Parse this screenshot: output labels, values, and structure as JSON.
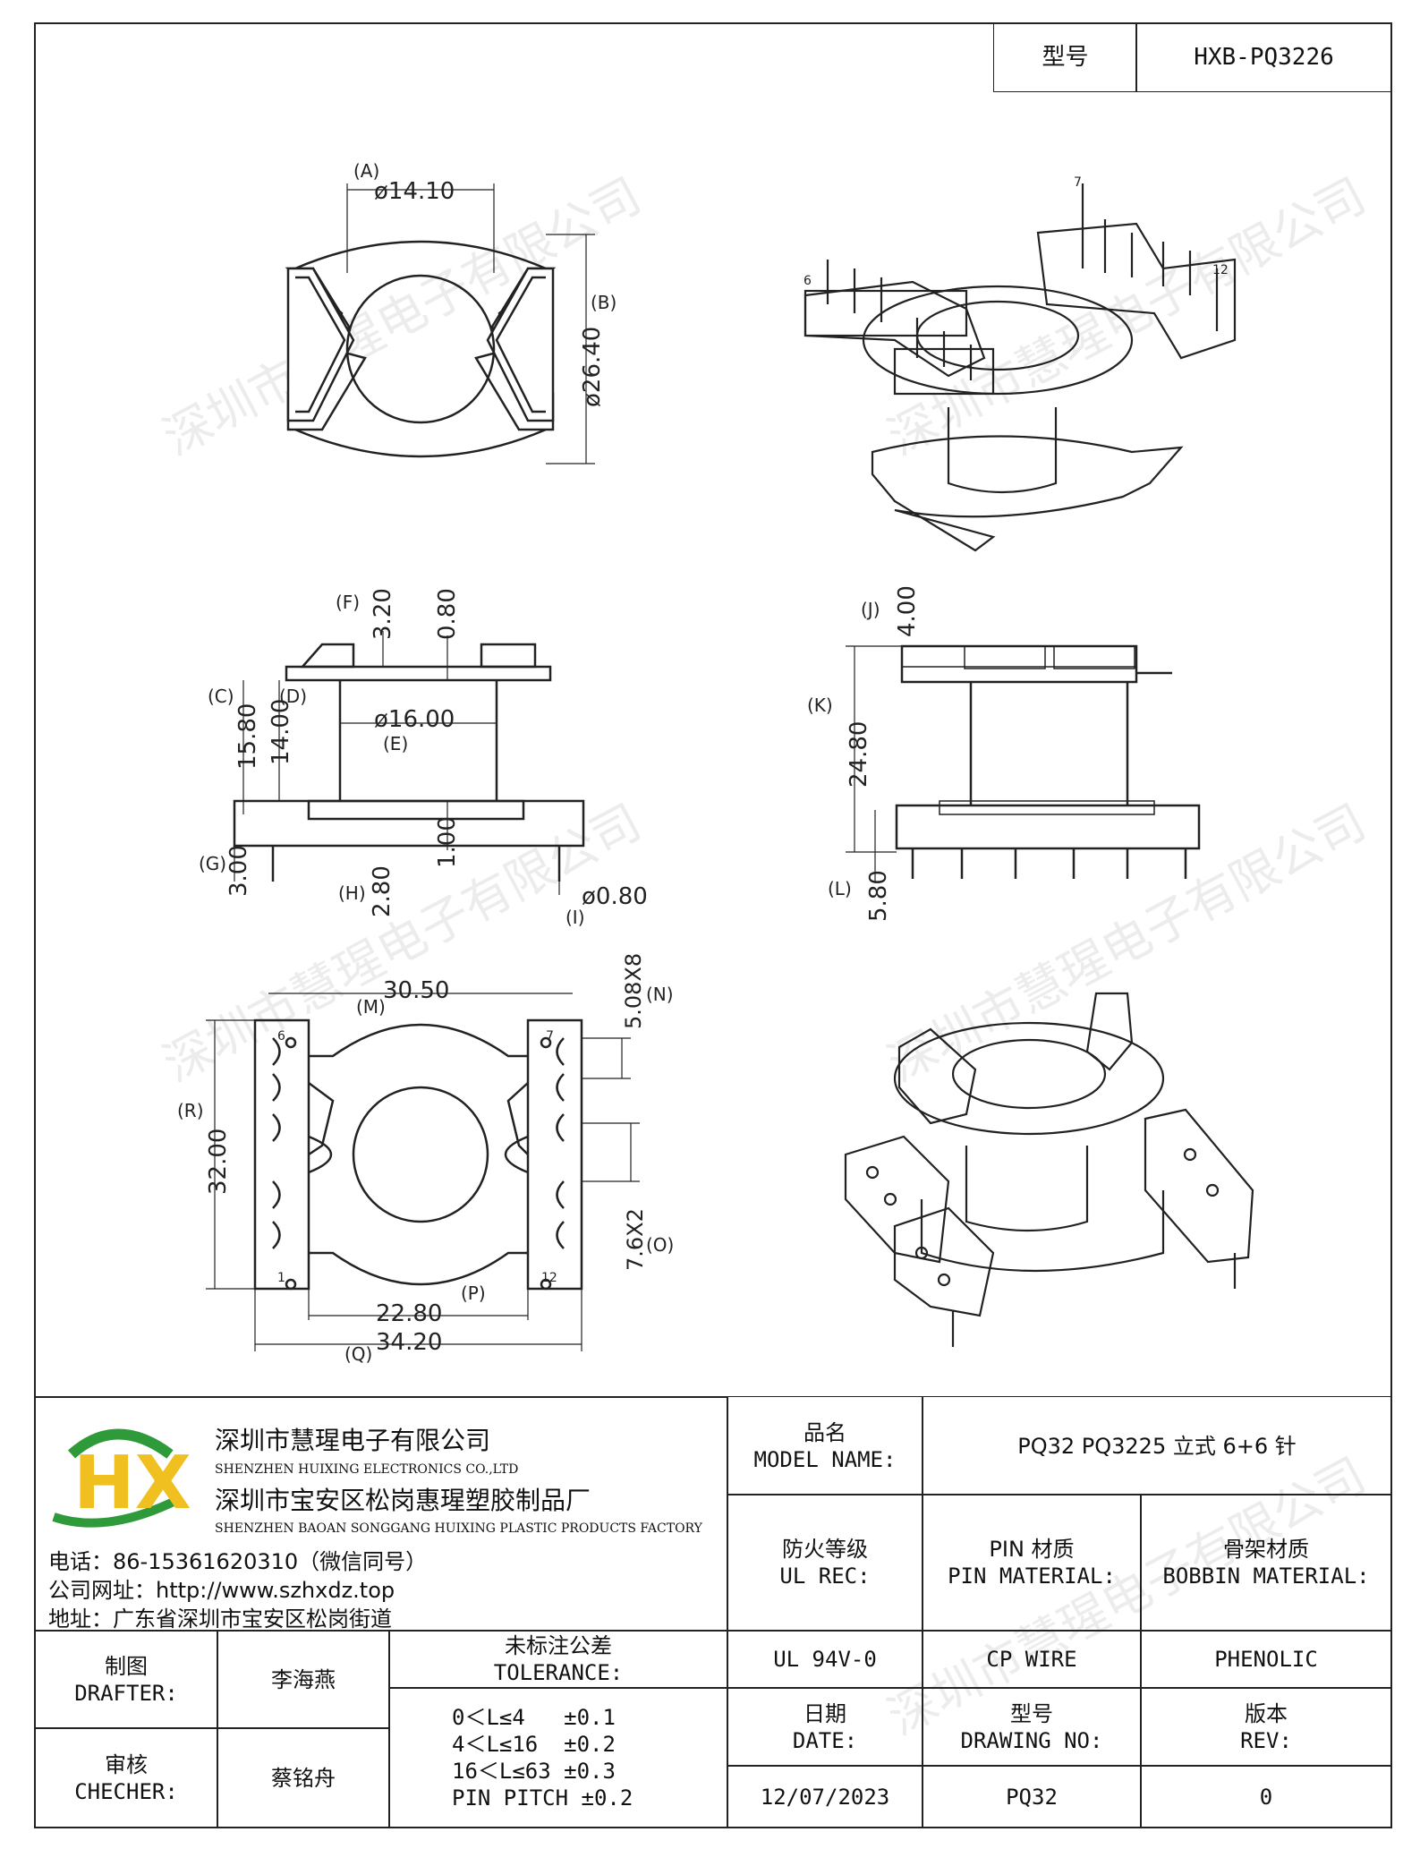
{
  "header": {
    "model_label": "型号",
    "model_value": "HXB-PQ3226"
  },
  "watermark": "深圳市慧瑆电子有限公司",
  "views": {
    "top": {
      "a_dim": "ø14.10",
      "a_tag": "(A)",
      "b_dim": "ø26.40",
      "b_tag": "(B)"
    },
    "front": {
      "f_dim": "3.20",
      "f_tag": "(F)",
      "top_dim": "0.80",
      "c_dim": "15.80",
      "c_tag": "(C)",
      "d_dim": "14.00",
      "d_tag": "(D)",
      "e_dim": "ø16.00",
      "e_tag": "(E)",
      "g_dim": "3.00",
      "g_tag": "(G)",
      "h_dim": "2.80",
      "h_tag": "(H)",
      "mid_dim": "1.00",
      "i_dim": "ø0.80",
      "i_tag": "(I)"
    },
    "side": {
      "j_dim": "4.00",
      "j_tag": "(J)",
      "k_dim": "24.80",
      "k_tag": "(K)",
      "l_dim": "5.80",
      "l_tag": "(L)"
    },
    "bottom": {
      "m_dim": "30.50",
      "m_tag": "(M)",
      "n_dim": "5.08X8",
      "n_tag": "(N)",
      "r_dim": "32.00",
      "r_tag": "(R)",
      "o_dim": "7.6X2",
      "o_tag": "(O)",
      "p_dim": "22.80",
      "p_tag": "(P)",
      "q_dim": "34.20",
      "q_tag": "(Q)",
      "pins": [
        "6",
        "7",
        "1",
        "12"
      ]
    },
    "iso": {
      "pin_a": "7",
      "pin_b": "6",
      "pin_c": "12"
    }
  },
  "company": {
    "logo_letters": "HX",
    "name_cn": "深圳市慧瑆电子有限公司",
    "name_en": "SHENZHEN HUIXING ELECTRONICS CO.,LTD",
    "factory_cn": "深圳市宝安区松岗惠瑆塑胶制品厂",
    "factory_en": "SHENZHEN BAOAN SONGGANG HUIXING PLASTIC PRODUCTS FACTORY",
    "phone": "电话：86-15361620310（微信同号）",
    "website": "公司网址：http://www.szhxdz.top",
    "address": "地址：广东省深圳市宝安区松岗街道"
  },
  "title_block": {
    "model_name_cn": "品名",
    "model_name_en": "MODEL NAME:",
    "model_name_value": "PQ32 PQ3225 立式 6+6 针",
    "fire_cn": "防火等级",
    "fire_en": "UL REC:",
    "pin_mat_cn": "PIN 材质",
    "pin_mat_en": "PIN MATERIAL:",
    "bobbin_cn": "骨架材质",
    "bobbin_en": "BOBBIN MATERIAL:",
    "fire_value": "UL 94V-0",
    "pin_value": "CP WIRE",
    "bobbin_value": "PHENOLIC",
    "date_cn": "日期",
    "date_en": "DATE:",
    "drawing_cn": "型号",
    "drawing_en": "DRAWING NO:",
    "rev_cn": "版本",
    "rev_en": "REV:",
    "date_value": "12/07/2023",
    "drawing_value": "PQ32",
    "rev_value": "0",
    "drafter_cn": "制图",
    "drafter_en": "DRAFTER:",
    "drafter_value": "李海燕",
    "checker_cn": "审核",
    "checker_en": "CHECHER:",
    "checker_value": "蔡铭舟",
    "tolerance_cn": "未标注公差",
    "tolerance_en": "TOLERANCE:",
    "tolerance_rows": [
      "0＜L≤4   ±0.1",
      "4＜L≤16  ±0.2",
      "16＜L≤63 ±0.3",
      "PIN PITCH ±0.2"
    ]
  }
}
